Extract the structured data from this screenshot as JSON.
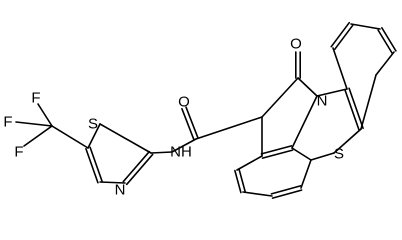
{
  "atom_labels": {
    "ketone_oxygen": "O",
    "amide_oxygen": "O",
    "ring_nitrogen": "N",
    "phenothiazine_sulfur": "S",
    "thiazole_sulfur": "S",
    "thiazole_nitrogen": "N",
    "amide_nh": "NH",
    "fluorine_1": "F",
    "fluorine_2": "F",
    "fluorine_3": "F"
  }
}
